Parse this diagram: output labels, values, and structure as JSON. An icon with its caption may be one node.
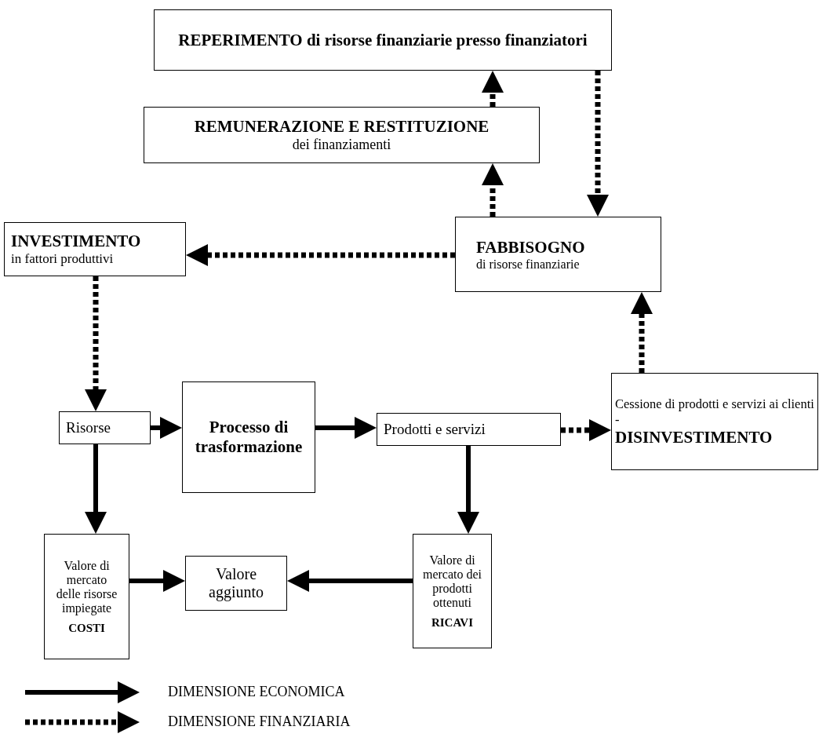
{
  "diagram": {
    "nodes": [
      {
        "text": [
          "REPERIMENTO di risorse finanziarie presso finanziatori"
        ]
      },
      {
        "text": [
          "REMUNERAZIONE E RESTITUZIONE",
          "dei finanziamenti"
        ]
      },
      {
        "text": [
          "INVESTIMENTO",
          "in fattori produttivi"
        ]
      },
      {
        "text": [
          "FABBISOGNO",
          "di risorse finanziarie"
        ]
      },
      {
        "text": [
          "Risorse"
        ]
      },
      {
        "text": [
          "Processo di trasformazione"
        ]
      },
      {
        "text": [
          "Prodotti e servizi"
        ]
      },
      {
        "text": [
          "Cessione di prodotti e servizi ai clienti -",
          "DISINVESTIMENTO"
        ]
      },
      {
        "text": [
          "Valore di mercato delle risorse impiegate",
          "COSTI"
        ]
      },
      {
        "text": [
          "Valore aggiunto"
        ]
      },
      {
        "text": [
          "Valore di mercato dei prodotti ottenuti",
          "RICAVI"
        ]
      }
    ],
    "edges": [
      {
        "from": 0,
        "to": 3,
        "arrow": "to",
        "style": "dashed"
      },
      {
        "from": 1,
        "to": 0,
        "arrow": "to",
        "style": "dashed"
      },
      {
        "from": 3,
        "to": 1,
        "arrow": "to",
        "style": "dashed"
      },
      {
        "from": 3,
        "to": 2,
        "arrow": "to",
        "style": "dashed"
      },
      {
        "from": 2,
        "to": 4,
        "arrow": "to",
        "style": "dashed"
      },
      {
        "from": 7,
        "to": 3,
        "arrow": "to",
        "style": "dashed"
      },
      {
        "from": 4,
        "to": 5,
        "arrow": "to"
      },
      {
        "from": 5,
        "to": 6,
        "arrow": "to"
      },
      {
        "from": 6,
        "to": 7,
        "arrow": "to",
        "style": "dashed"
      },
      {
        "from": 4,
        "to": 8,
        "arrow": "to"
      },
      {
        "from": 6,
        "to": 10,
        "arrow": "to"
      },
      {
        "from": 8,
        "to": 9,
        "arrow": "to"
      },
      {
        "from": 10,
        "to": 9,
        "arrow": "to"
      }
    ],
    "legend": [
      {
        "text": "DIMENSIONE ECONOMICA"
      },
      {
        "text": "DIMENSIONE FINANZIARIA"
      }
    ]
  }
}
